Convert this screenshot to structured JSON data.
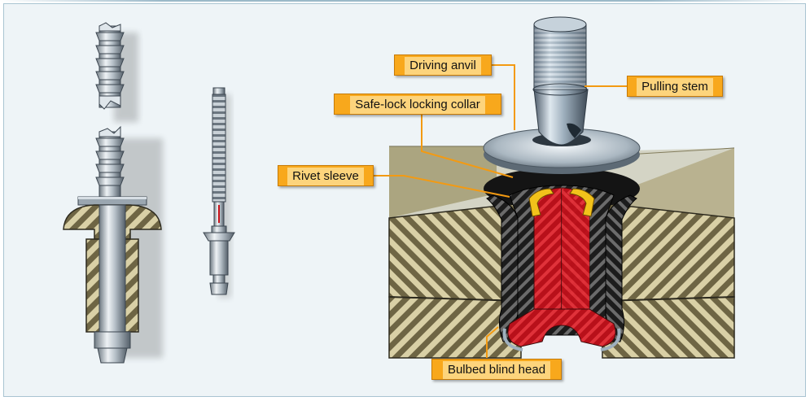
{
  "labels": {
    "driving_anvil": "Driving anvil",
    "pulling_stem": "Pulling stem",
    "safe_lock_collar": "Safe-lock locking collar",
    "rivet_sleeve": "Rivet sleeve",
    "bulbed_blind_head": "Bulbed blind head"
  },
  "colors": {
    "callout_fill": "#f8a81c",
    "leader_line": "#f39a12",
    "sleeve_red": "#c8121a",
    "collar_yellow": "#f2c21b",
    "material_tan": "#8a7f5a",
    "steel": "#b8c3cc"
  }
}
